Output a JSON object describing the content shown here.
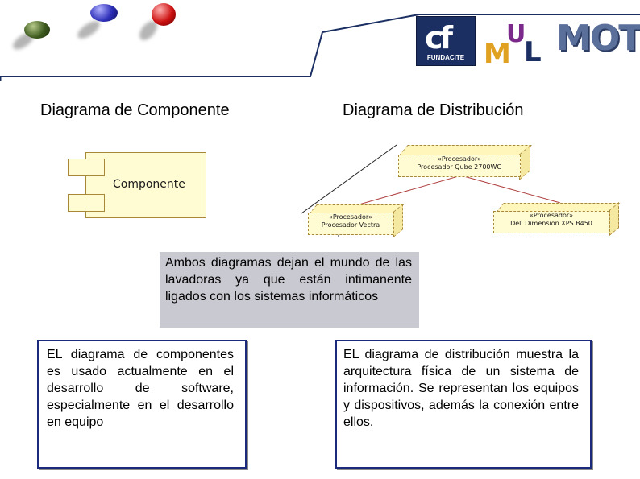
{
  "header": {
    "logos": {
      "fundacite_mark": "cf",
      "fundacite_name": "FUNDACITE",
      "mot_text": "MOT",
      "uml_letters": [
        "U",
        "M",
        "L"
      ]
    },
    "icons": [
      "green-ball-icon",
      "blue-ball-icon",
      "red-ball-icon"
    ],
    "colors": {
      "accent_line": "#1b2f63",
      "ball_green": "#3d5a1e",
      "ball_blue": "#2d2fb8",
      "ball_red": "#cc1010"
    }
  },
  "titles": {
    "component": "Diagrama de Componente",
    "deployment": "Diagrama de Distribución"
  },
  "component_diagram": {
    "label": "Componente"
  },
  "deployment_diagram": {
    "nodes": [
      {
        "stereotype": "«Procesador»",
        "name": "Procesador Qube 2700WG"
      },
      {
        "stereotype": "«Procesador»",
        "name": "Procesador Vectra"
      },
      {
        "stereotype": "«Procesador»",
        "name": "Dell Dimension XPS B450"
      }
    ]
  },
  "note": {
    "text": "Ambos diagramas dejan el mundo de las lavadoras ya que están intimanente ligados con los sistemas informáticos"
  },
  "left_box": {
    "text": "EL diagrama de componentes es usado actualmente en el desarrollo de software, especialmente en el desarrollo en equipo"
  },
  "right_box": {
    "text": "EL diagrama de distribución muestra la arquitectura física de un sistema de información. Se representan los equipos y dispositivos, además la conexión entre ellos."
  }
}
